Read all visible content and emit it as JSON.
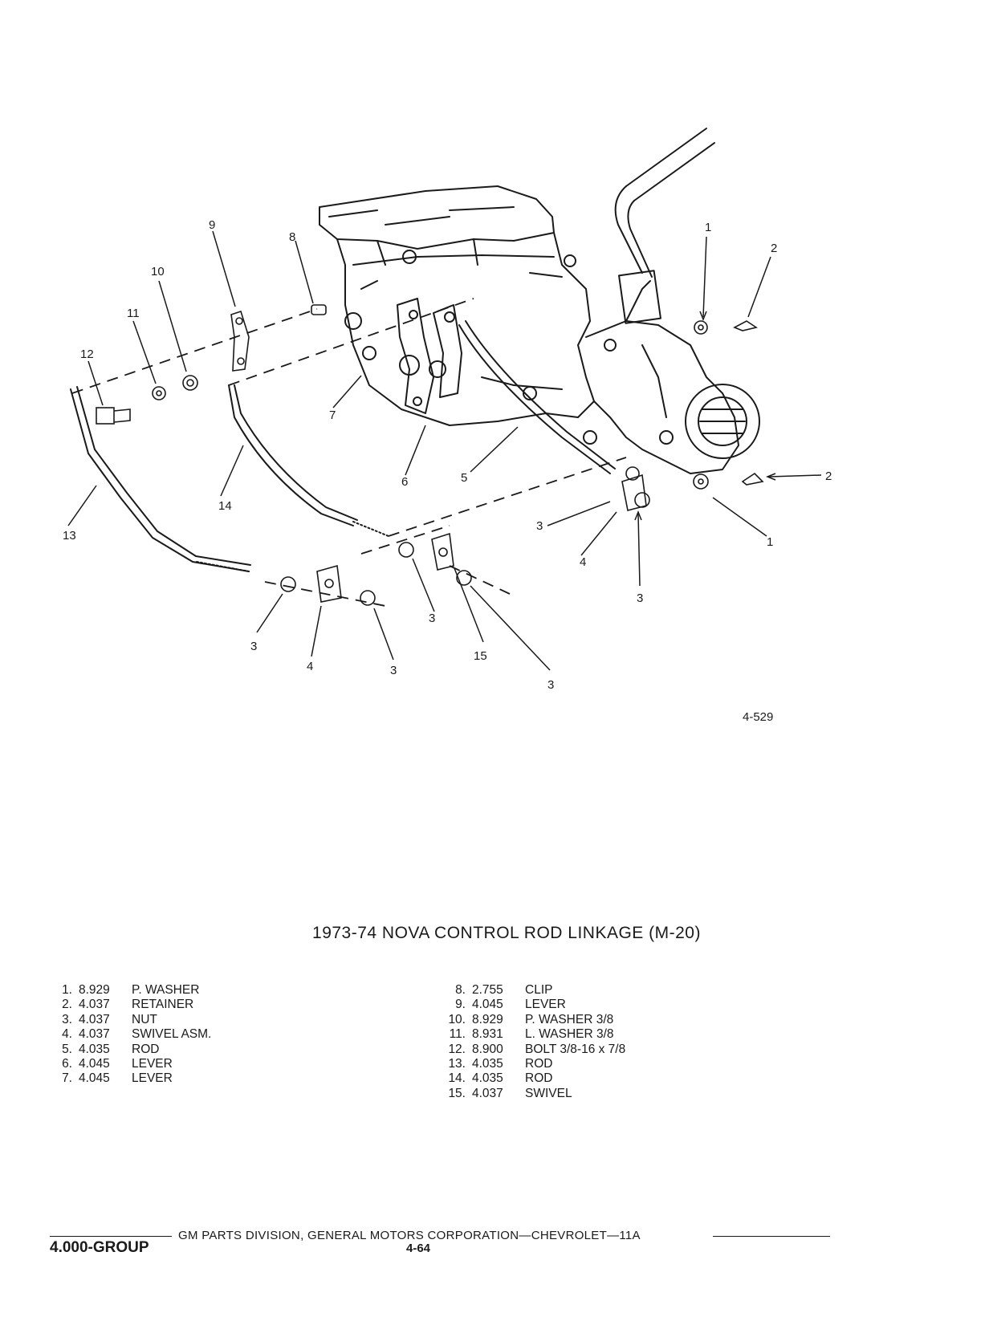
{
  "figure": {
    "code": "4-529",
    "callouts": [
      {
        "label": "1"
      },
      {
        "label": "2"
      },
      {
        "label": "2"
      },
      {
        "label": "1"
      },
      {
        "label": "3"
      },
      {
        "label": "4"
      },
      {
        "label": "3"
      },
      {
        "label": "5"
      },
      {
        "label": "6"
      },
      {
        "label": "7"
      },
      {
        "label": "8"
      },
      {
        "label": "9"
      },
      {
        "label": "10"
      },
      {
        "label": "11"
      },
      {
        "label": "12"
      },
      {
        "label": "13"
      },
      {
        "label": "14"
      },
      {
        "label": "3"
      },
      {
        "label": "4"
      },
      {
        "label": "3"
      },
      {
        "label": "3"
      },
      {
        "label": "15"
      },
      {
        "label": "3"
      }
    ]
  },
  "title": "1973-74 NOVA CONTROL ROD LINKAGE (M-20)",
  "parts": {
    "left": [
      {
        "num": "1.",
        "code": "8.929",
        "desc": "P. WASHER"
      },
      {
        "num": "2.",
        "code": "4.037",
        "desc": "RETAINER"
      },
      {
        "num": "3.",
        "code": "4.037",
        "desc": "NUT"
      },
      {
        "num": "4.",
        "code": "4.037",
        "desc": "SWIVEL ASM."
      },
      {
        "num": "5.",
        "code": "4.035",
        "desc": "ROD"
      },
      {
        "num": "6.",
        "code": "4.045",
        "desc": "LEVER"
      },
      {
        "num": "7.",
        "code": "4.045",
        "desc": "LEVER"
      }
    ],
    "right": [
      {
        "num": "8.",
        "code": "2.755",
        "desc": "CLIP"
      },
      {
        "num": "9.",
        "code": "4.045",
        "desc": "LEVER"
      },
      {
        "num": "10.",
        "code": "8.929",
        "desc": "P. WASHER 3/8"
      },
      {
        "num": "11.",
        "code": "8.931",
        "desc": "L. WASHER 3/8"
      },
      {
        "num": "12.",
        "code": "8.900",
        "desc": "BOLT 3/8-16 x 7/8"
      },
      {
        "num": "13.",
        "code": "4.035",
        "desc": "ROD"
      },
      {
        "num": "14.",
        "code": "4.035",
        "desc": "ROD"
      },
      {
        "num": "15.",
        "code": "4.037",
        "desc": "SWIVEL"
      }
    ]
  },
  "footer": {
    "credit": "GM PARTS DIVISION, GENERAL MOTORS CORPORATION—CHEVROLET—11A",
    "group": "4.000-GROUP",
    "page": "4-64"
  }
}
